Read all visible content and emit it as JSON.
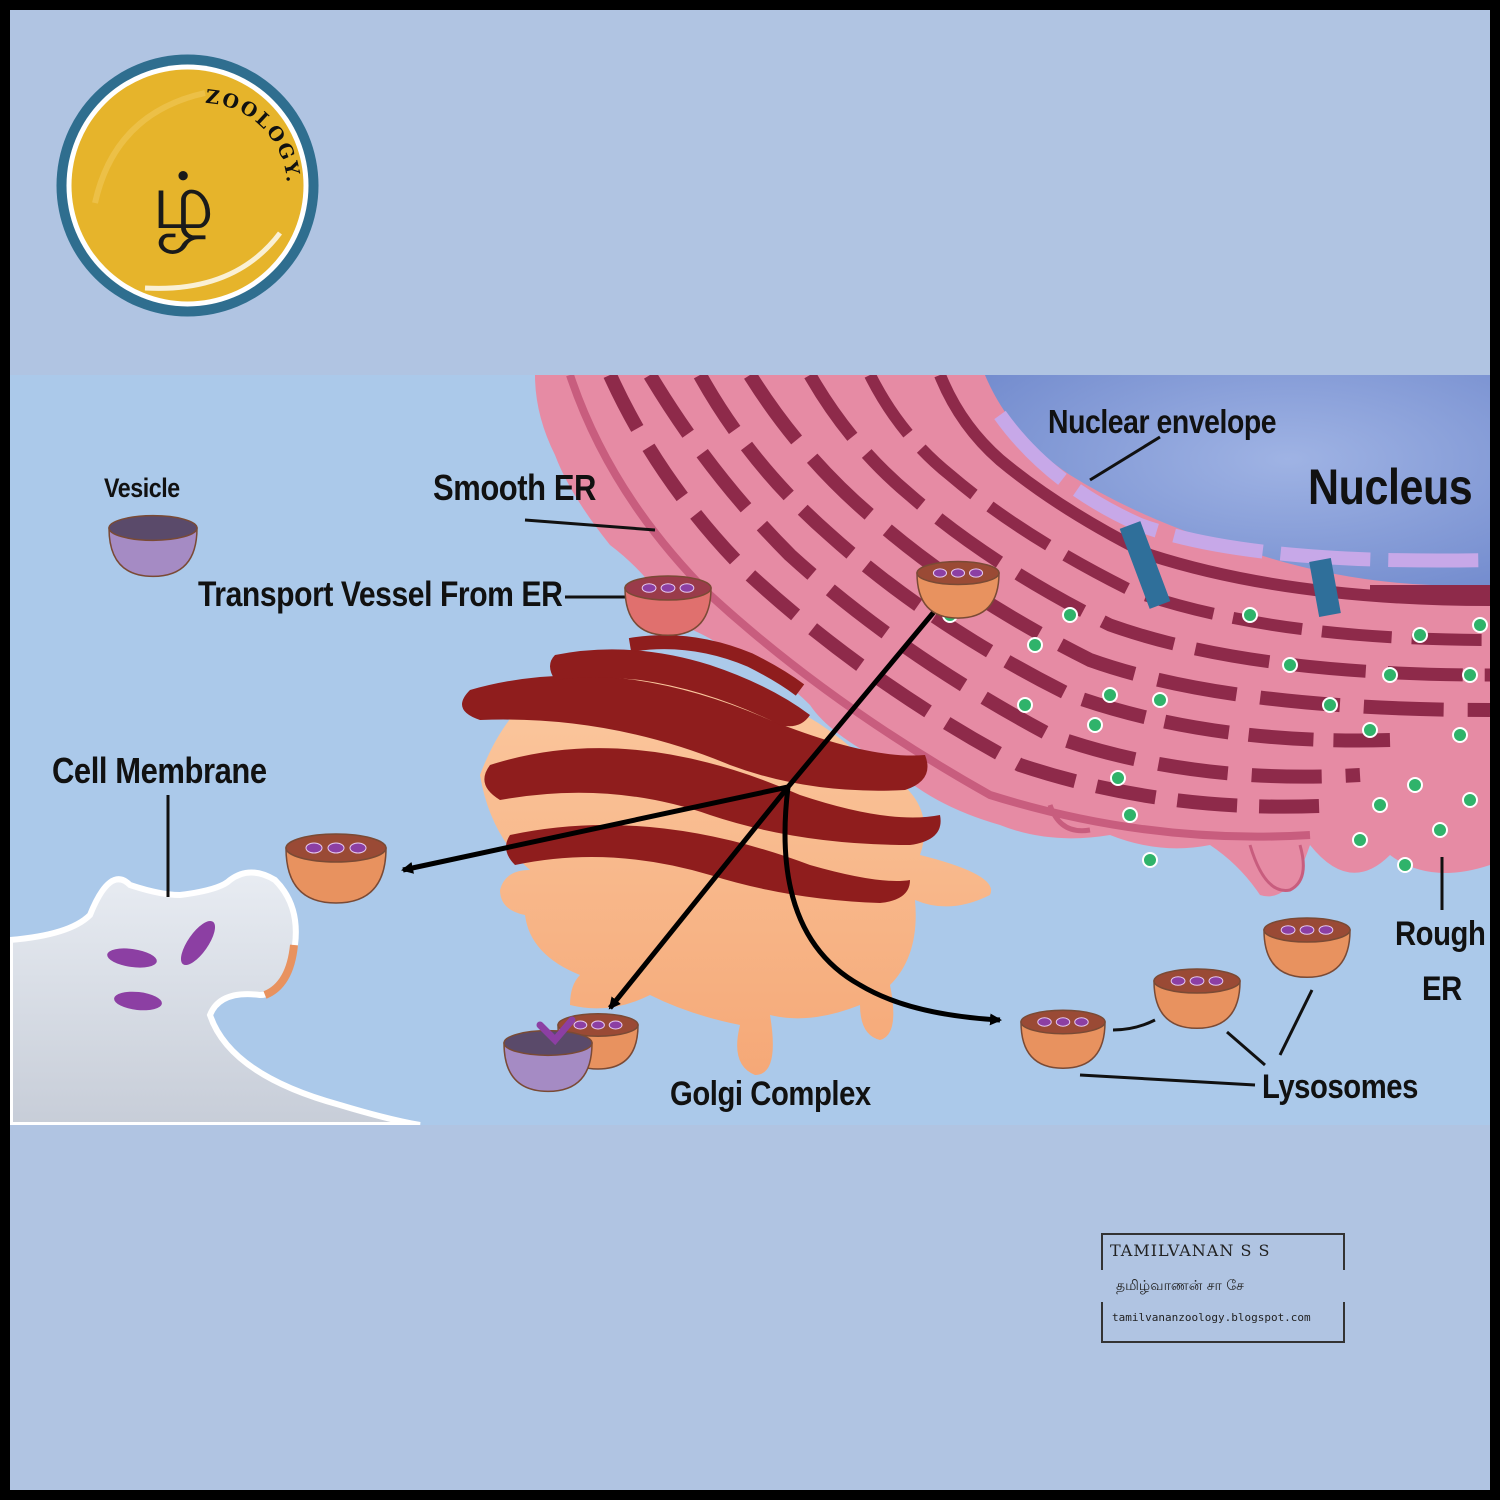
{
  "logo": {
    "text": "ZOOLOGY.",
    "glyph": "ழ்"
  },
  "labels": {
    "vesicle": "Vesicle",
    "smooth_er": "Smooth ER",
    "transport_vessel": "Transport Vessel From ER",
    "nuclear_envelope": "Nuclear envelope",
    "nucleus": "Nucleus",
    "cell_membrane": "Cell Membrane",
    "golgi_complex": "Golgi Complex",
    "rough_er_line1": "Rough",
    "rough_er_line2": "ER",
    "lysosomes": "Lysosomes"
  },
  "signature": {
    "name": "TAMILVANAN S S",
    "tamil_name": "தமிழ்வாணன் சா சே",
    "url": "tamilvananzoology.blogspot.com"
  },
  "colors": {
    "background": "#b0c4e2",
    "panel": "#abc9ea",
    "er_pink": "#e68ba4",
    "er_dark": "#8e2a4a",
    "golgi_light": "#f7b989",
    "golgi_dark": "#8f1d1d",
    "vesicle_orange": "#e8925f",
    "vesicle_purple": "#a58bc4",
    "ribosome_green": "#2fb36a",
    "logo_yellow": "#e6b42b",
    "logo_ring": "#2f6e8f"
  }
}
